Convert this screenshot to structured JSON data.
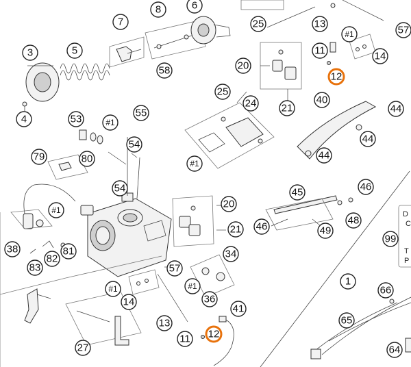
{
  "callouts": {
    "c1": "1",
    "c3": "3",
    "c4": "4",
    "c5": "5",
    "c6": "6",
    "c7": "7",
    "c8": "8",
    "c11a": "11",
    "c11b": "11",
    "c12a": "12",
    "c12b": "12",
    "c13a": "13",
    "c13b": "13",
    "c14a": "14",
    "c14b": "14",
    "c20a": "20",
    "c20b": "20",
    "c21a": "21",
    "c21b": "21",
    "c24": "24",
    "c25a": "25",
    "c25b": "25",
    "c27": "27",
    "c34": "34",
    "c36": "36",
    "c38": "38",
    "c40": "40",
    "c41": "41",
    "c44a": "44",
    "c44b": "44",
    "c44c": "44",
    "c45": "45",
    "c46a": "46",
    "c46b": "46",
    "c48": "48",
    "c49": "49",
    "c53": "53",
    "c54a": "54",
    "c54b": "54",
    "c55": "55",
    "c57a": "57",
    "c57b": "57",
    "c58": "58",
    "c64": "64",
    "c65": "65",
    "c66": "66",
    "c79": "79",
    "c80": "80",
    "c81": "81",
    "c82": "82",
    "c83": "83",
    "c99": "99",
    "h1": "#1",
    "h2": "#1",
    "h3": "#1",
    "h4": "#1",
    "h5": "#1",
    "h6": "#1"
  },
  "side_panel": {
    "line1": "D",
    "line2": "C",
    "line3": "T",
    "line4": "P"
  },
  "colors": {
    "highlight": "#e8720c",
    "ink": "#222222"
  }
}
